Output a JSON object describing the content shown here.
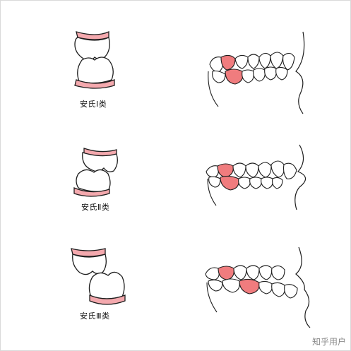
{
  "rows": [
    {
      "id": "class1",
      "label": "安氏Ⅰ类"
    },
    {
      "id": "class2",
      "label": "安氏Ⅱ类"
    },
    {
      "id": "class3",
      "label": "安氏Ⅲ类"
    }
  ],
  "watermark": "知乎用户",
  "colors": {
    "gum": "#f4a9ae",
    "molar_highlight": "#f07c7e",
    "outline": "#1e1e1e",
    "tooth_fill": "#ffffff"
  }
}
